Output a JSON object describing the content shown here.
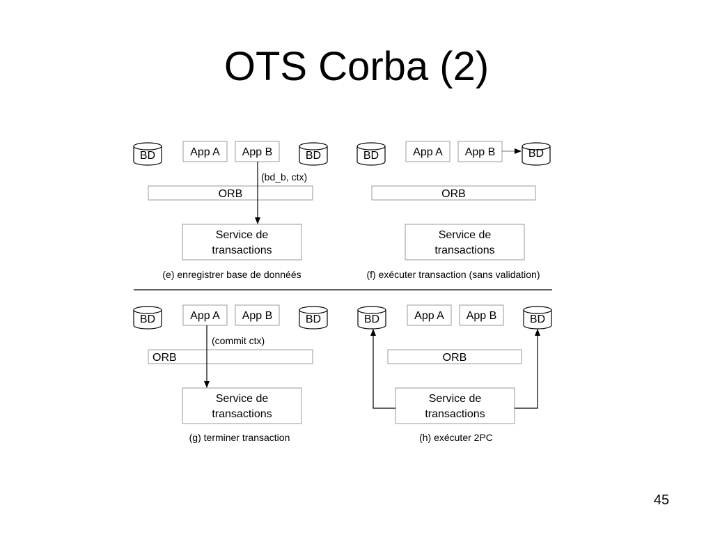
{
  "slide": {
    "title": "OTS Corba (2)",
    "page_number": "45"
  },
  "labels": {
    "db": "BD",
    "app_a": "App A",
    "app_b": "App B",
    "orb": "ORB",
    "service_line1": "Service de",
    "service_line2": "transactions"
  },
  "panels": {
    "e": {
      "caption": "(e) enregistrer base de donnéés",
      "arrow_label": "(bd_b, ctx)"
    },
    "f": {
      "caption": "(f) exécuter transaction (sans validation)"
    },
    "g": {
      "caption": "(g) terminer transaction",
      "arrow_label": "(commit ctx)"
    },
    "h": {
      "caption": "(h) exécuter 2PC"
    }
  },
  "colors": {
    "box_border": "#9a9a9a",
    "line": "#000000"
  }
}
